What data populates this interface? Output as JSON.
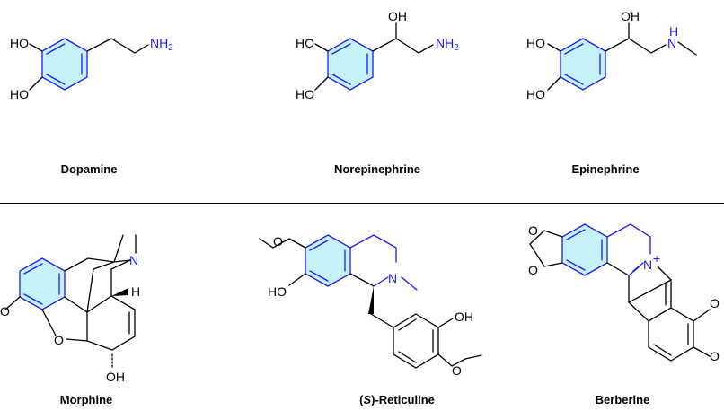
{
  "compounds": {
    "dopamine": {
      "name": "Dopamine"
    },
    "norepinephrine": {
      "name": "Norepinephrine"
    },
    "epinephrine": {
      "name": "Epinephrine"
    },
    "morphine": {
      "name": "Morphine"
    },
    "reticuline": {
      "prefix": "(",
      "stereo": "S",
      "name": ")-Reticuline"
    },
    "berberine": {
      "name": "Berberine"
    }
  },
  "atoms": {
    "ho": "HO",
    "oh": "OH",
    "nh": "NH",
    "two": "2",
    "n": "N",
    "h": "H",
    "o": "O",
    "plus": "+"
  },
  "colors": {
    "aromatic_fill": "#c6f3fb",
    "heteroatom": "#1a1aff",
    "bond": "#000000"
  }
}
